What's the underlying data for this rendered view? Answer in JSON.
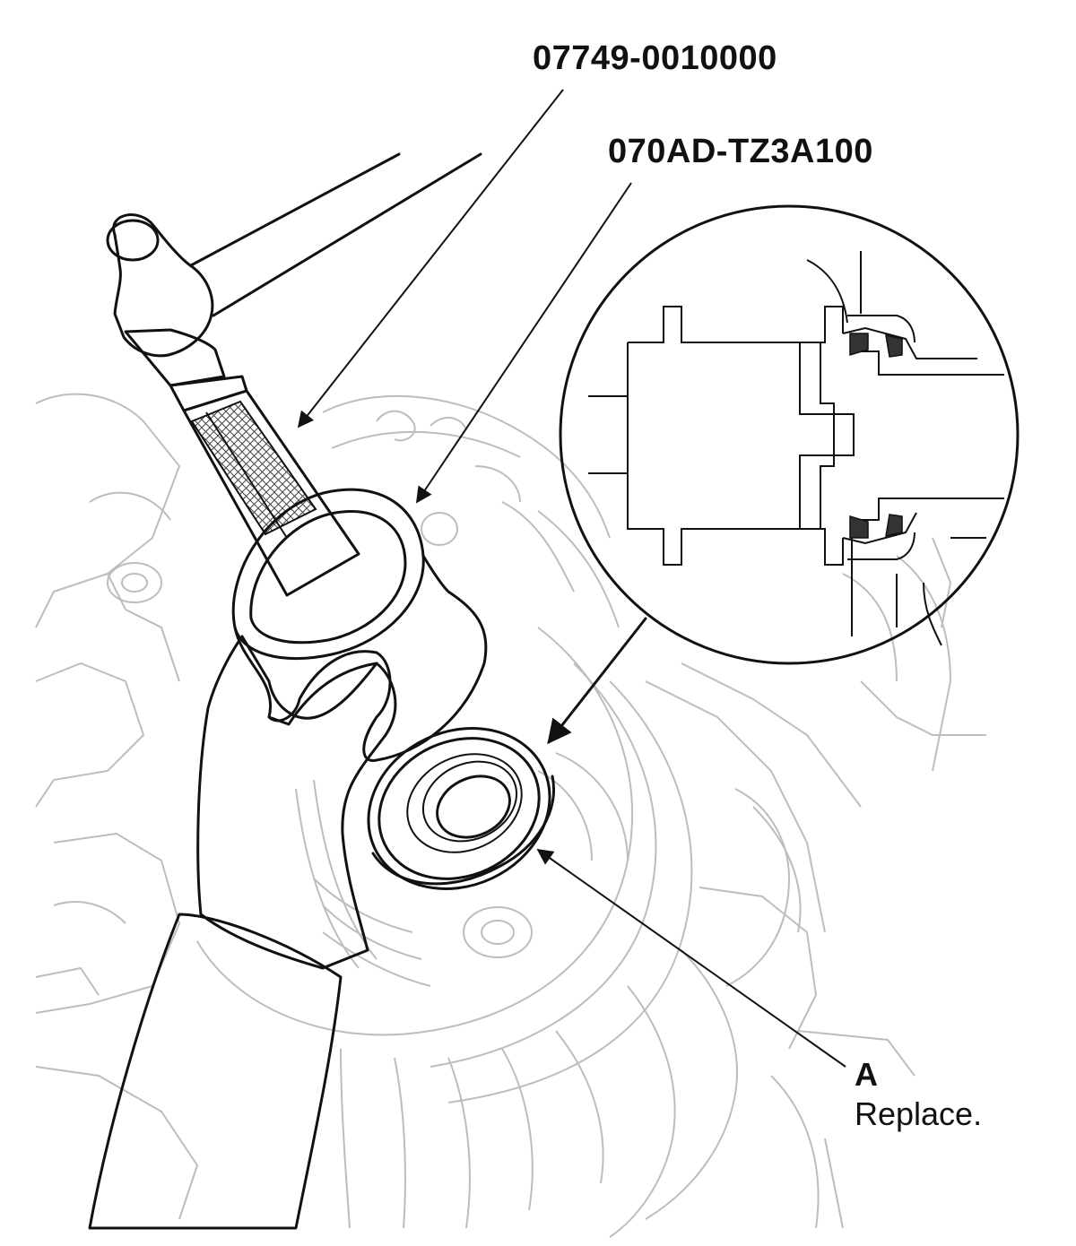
{
  "callouts": {
    "tool_1": "07749-0010000",
    "tool_2": "070AD-TZ3A100",
    "part_letter": "A",
    "part_note": "Replace."
  }
}
